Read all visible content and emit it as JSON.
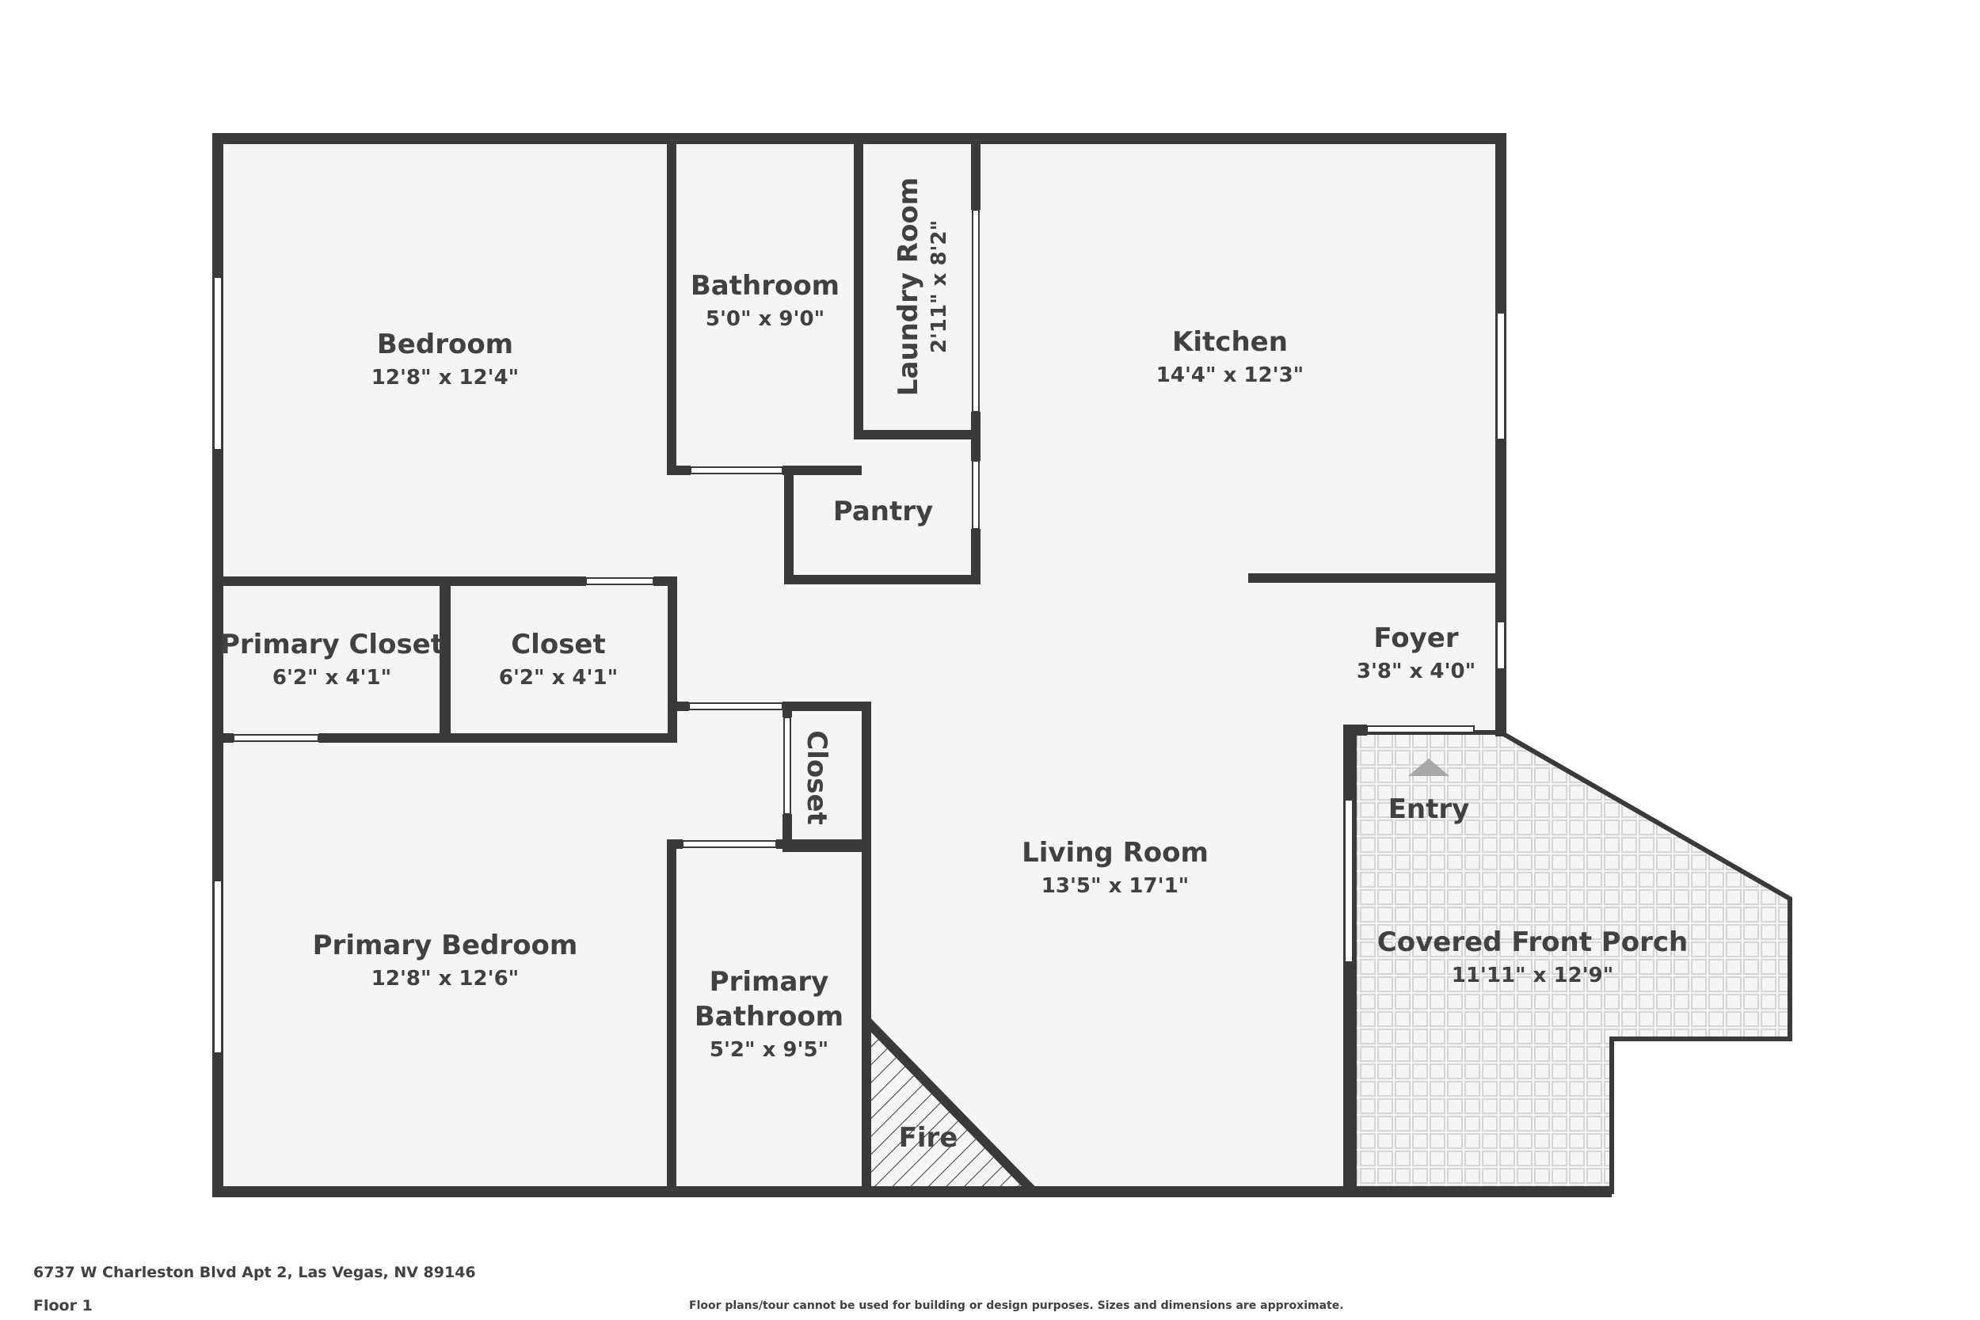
{
  "rooms": {
    "bedroom": {
      "name": "Bedroom",
      "dims": "12'8\" x 12'4\""
    },
    "bathroom": {
      "name": "Bathroom",
      "dims": "5'0\" x 9'0\""
    },
    "laundry": {
      "name": "Laundry Room",
      "dims": "2'11\" x 8'2\""
    },
    "kitchen": {
      "name": "Kitchen",
      "dims": "14'4\" x 12'3\""
    },
    "pantry": {
      "name": "Pantry"
    },
    "primary_closet": {
      "name": "Primary Closet",
      "dims": "6'2\" x 4'1\""
    },
    "closet": {
      "name": "Closet",
      "dims": "6'2\" x 4'1\""
    },
    "foyer": {
      "name": "Foyer",
      "dims": "3'8\" x 4'0\""
    },
    "small_closet": {
      "name": "Closet"
    },
    "entry": {
      "name": "Entry"
    },
    "living_room": {
      "name": "Living Room",
      "dims": "13'5\" x 17'1\""
    },
    "primary_bedroom": {
      "name": "Primary Bedroom",
      "dims": "12'8\" x 12'6\""
    },
    "primary_bathroom": {
      "name_line1": "Primary",
      "name_line2": "Bathroom",
      "dims": "5'2\" x 9'5\""
    },
    "covered_porch": {
      "name": "Covered Front Porch",
      "dims": "11'11\" x 12'9\""
    },
    "fire": {
      "name": "Fire"
    }
  },
  "footer": {
    "address": "6737 W Charleston Blvd Apt 2, Las Vegas, NV 89146",
    "floor": "Floor 1",
    "disclaimer": "Floor plans/tour cannot be used for building or design purposes. Sizes and dimensions are approximate."
  },
  "colors": {
    "wall": "#3a3a3a",
    "floor": "#f5f5f5",
    "text": "#414141",
    "background": "#ffffff"
  }
}
